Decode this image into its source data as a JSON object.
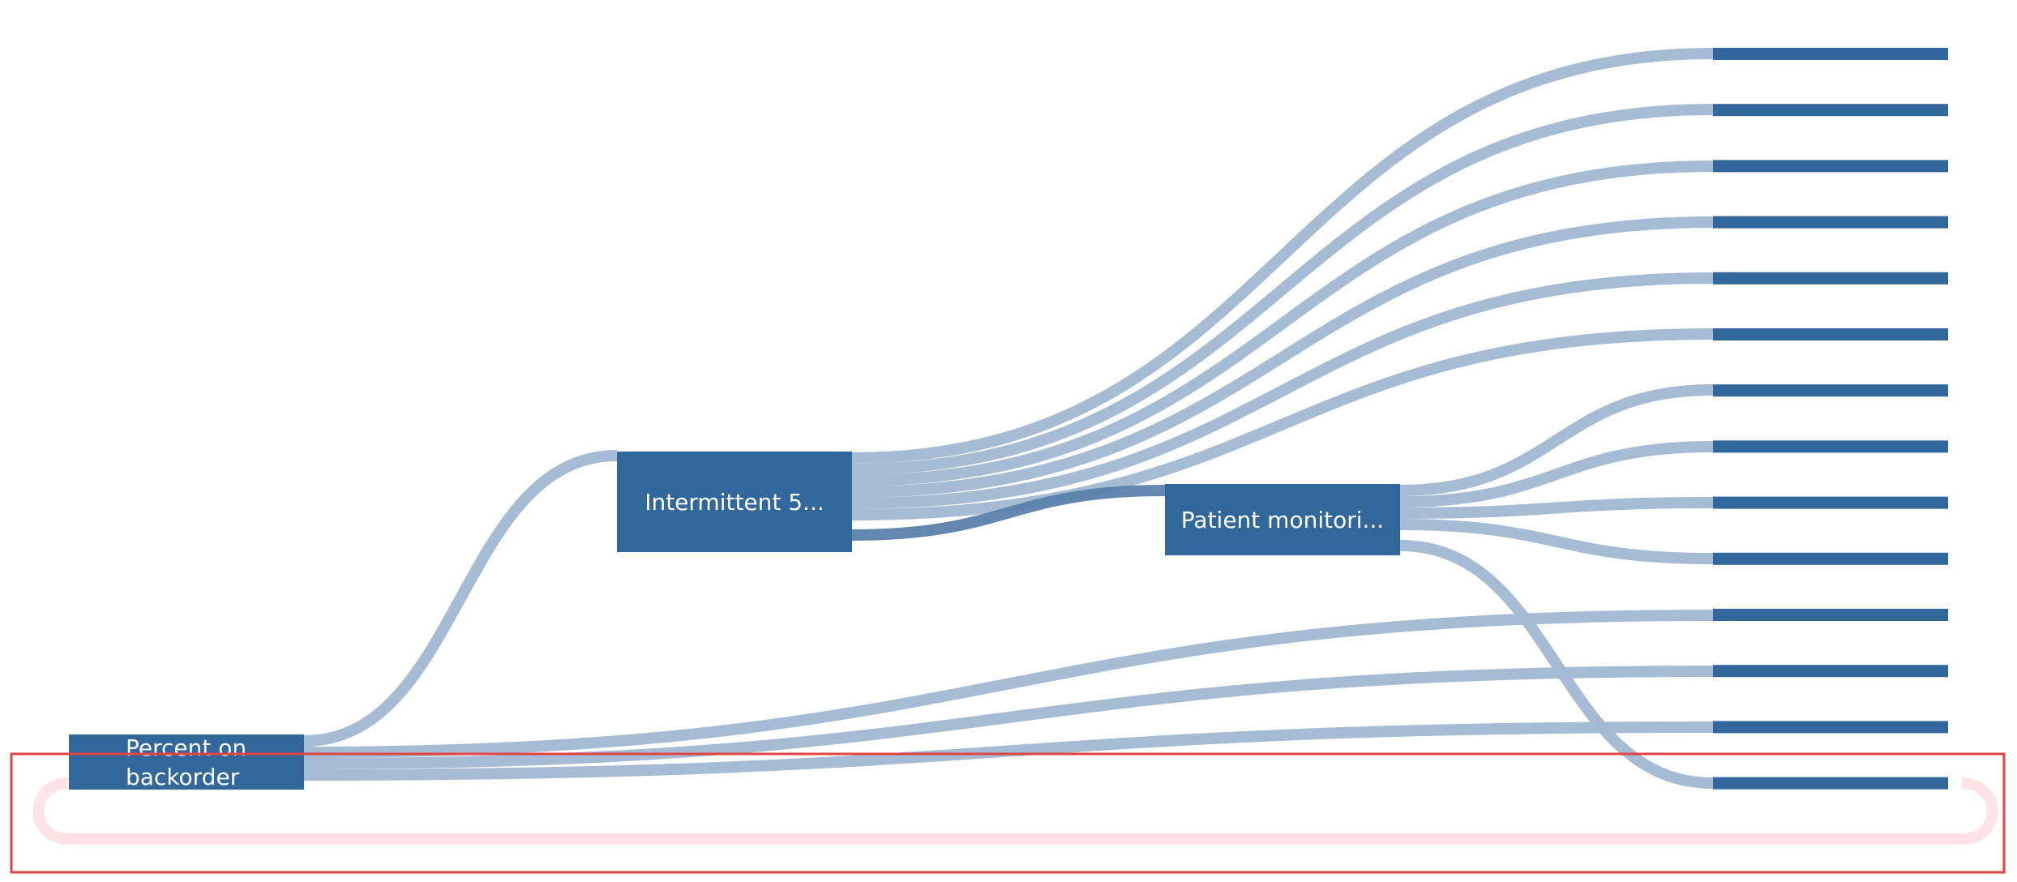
{
  "colors": {
    "node": "#31679b",
    "link": "#a0b8d2",
    "link_overlap": "#5b81aa",
    "loop_link": "#ffe3e5",
    "highlight_box": "#e04444",
    "label": "#ffffff"
  },
  "nodes": [
    {
      "id": "n0",
      "label_lines": [
        "Percent on",
        "backorder"
      ]
    },
    {
      "id": "n1",
      "label_lines": [
        "Intermittent 5..."
      ]
    },
    {
      "id": "n2",
      "label_lines": [
        "Patient monitori..."
      ]
    },
    {
      "id": "r0",
      "label_lines": []
    },
    {
      "id": "r1",
      "label_lines": []
    },
    {
      "id": "r2",
      "label_lines": []
    },
    {
      "id": "r3",
      "label_lines": []
    },
    {
      "id": "r4",
      "label_lines": []
    },
    {
      "id": "r5",
      "label_lines": []
    },
    {
      "id": "r6",
      "label_lines": []
    },
    {
      "id": "r7",
      "label_lines": []
    },
    {
      "id": "r8",
      "label_lines": []
    },
    {
      "id": "r9",
      "label_lines": []
    },
    {
      "id": "r10",
      "label_lines": []
    },
    {
      "id": "r11",
      "label_lines": []
    },
    {
      "id": "r12",
      "label_lines": []
    },
    {
      "id": "r13",
      "label_lines": []
    }
  ],
  "links": [
    {
      "source": "n0",
      "target": "n1",
      "value": 1
    },
    {
      "source": "n0",
      "target": "r10",
      "value": 1
    },
    {
      "source": "n0",
      "target": "r11",
      "value": 1
    },
    {
      "source": "n0",
      "target": "r12",
      "value": 1
    },
    {
      "source": "n0",
      "target": "n0",
      "value": 1,
      "loop": true
    },
    {
      "source": "n1",
      "target": "r0",
      "value": 1
    },
    {
      "source": "n1",
      "target": "r1",
      "value": 1
    },
    {
      "source": "n1",
      "target": "r2",
      "value": 1
    },
    {
      "source": "n1",
      "target": "r3",
      "value": 1
    },
    {
      "source": "n1",
      "target": "r4",
      "value": 1
    },
    {
      "source": "n1",
      "target": "r5",
      "value": 1
    },
    {
      "source": "n1",
      "target": "n2",
      "value": 1
    },
    {
      "source": "n2",
      "target": "r6",
      "value": 1
    },
    {
      "source": "n2",
      "target": "r7",
      "value": 1
    },
    {
      "source": "n2",
      "target": "r8",
      "value": 1
    },
    {
      "source": "n2",
      "target": "r9",
      "value": 1
    },
    {
      "source": "n2",
      "target": "r13",
      "value": 1
    }
  ]
}
